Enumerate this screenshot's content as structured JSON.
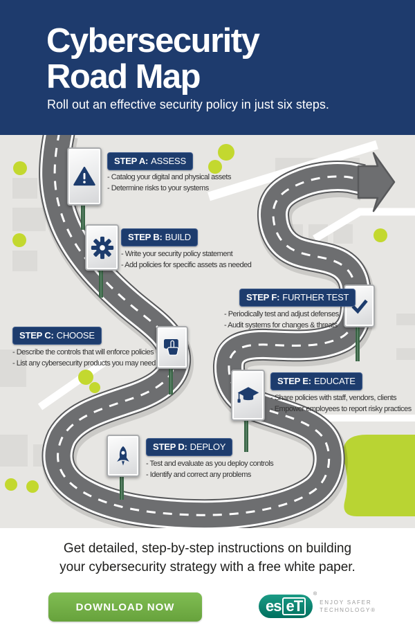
{
  "header": {
    "title_line1": "Cybersecurity",
    "title_line2": "Road Map",
    "subtitle": "Roll out an effective security policy in just six steps."
  },
  "steps": [
    {
      "label": "STEP A:",
      "name": "ASSESS",
      "icon": "warning-icon",
      "bullets": [
        "- Catalog your digital and physical assets",
        "- Determine risks to your systems"
      ]
    },
    {
      "label": "STEP B:",
      "name": "BUILD",
      "icon": "gear-icon",
      "bullets": [
        "- Write your security policy statement",
        "- Add policies for specific assets as needed"
      ]
    },
    {
      "label": "STEP C:",
      "name": "CHOOSE",
      "icon": "tap-icon",
      "bullets": [
        "- Describe the controls that will enforce policies",
        "- List any cybersecurity products you may need"
      ]
    },
    {
      "label": "STEP D:",
      "name": "DEPLOY",
      "icon": "rocket-icon",
      "bullets": [
        "- Test and evaluate as you deploy controls",
        "- Identify and correct any problems"
      ]
    },
    {
      "label": "STEP E:",
      "name": "EDUCATE",
      "icon": "graduation-cap-icon",
      "bullets": [
        "- Share policies with staff, vendors, clients",
        "- Empower employees to report risky practices"
      ]
    },
    {
      "label": "STEP F:",
      "name": "FURTHER TEST",
      "icon": "check-icon",
      "bullets": [
        "- Periodically test and adjust defenses",
        "- Audit systems for changes & threats"
      ]
    }
  ],
  "footer": {
    "cta_line1": "Get detailed, step-by-step instructions on building",
    "cta_line2": "your cybersecurity strategy with a free white paper.",
    "download_button": "DOWNLOAD NOW",
    "brand_part1": "es",
    "brand_part2": "eT",
    "brand_registered": "®",
    "tagline_line1": "ENJOY SAFER",
    "tagline_line2": "TECHNOLOGY®"
  },
  "colors": {
    "header_navy": "#1e3b6d",
    "badge_navy": "#1d3c6d",
    "map_bg": "#e7e6e3",
    "road_gray": "#6d6e70",
    "lime_green": "#c3d82f",
    "button_green": "#76b043",
    "eset_teal": "#00846f"
  }
}
